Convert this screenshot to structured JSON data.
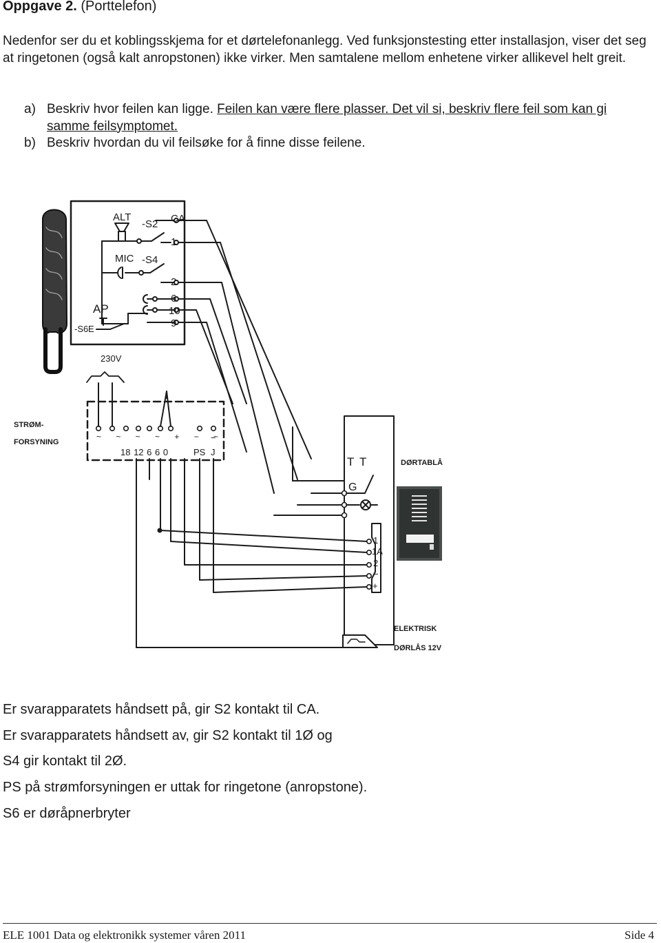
{
  "heading": {
    "bold": "Oppgave 2.",
    "rest": "(Porttelefon)"
  },
  "intro": "Nedenfor ser du et koblingsskjema for et dørtelefonanlegg. Ved funksjonstesting etter installasjon, viser det seg at ringetonen (også kalt anropstonen) ikke virker. Men samtalene mellom enhetene virker allikevel helt greit.",
  "tasks": [
    {
      "label": "a)",
      "plain": "Beskriv hvor feilen kan ligge. ",
      "underlined": "Feilen kan være flere plasser. Det vil si, beskriv flere feil som kan gi samme feilsymptomet."
    },
    {
      "label": "b)",
      "plain": "Beskriv hvordan du vil feilsøke for å finne disse feilene.",
      "underlined": ""
    }
  ],
  "diagram": {
    "handset_labels": {
      "alt": "ALT",
      "s2": "-S2",
      "ca": "CA",
      "t1": "1",
      "mic": "MIC",
      "s4": "-S4",
      "t2": "2",
      "t6": "6",
      "t10": "10",
      "t9": "9",
      "ap": "AP",
      "s6": "-S6",
      "e": "E"
    },
    "voltage": "230V",
    "power_supply_label": [
      "STRØM-",
      "FORSYNING"
    ],
    "supply_terminals": {
      "tildes": "~ ~ ~ ~ + − ~",
      "numbers": "18 12 6 6 0",
      "ps": "PS",
      "j": "J",
      "minus": "−"
    },
    "door_panel_label": "DØRTABLÅ",
    "door_terminals": {
      "t": "T",
      "t2": "T",
      "g": "G",
      "n1": "1",
      "n1a": "1A",
      "n2": "2",
      "nminus": "−",
      "nplus": "+"
    },
    "lock_label": [
      "ELEKTRISK",
      "DØRLÅS 12V"
    ]
  },
  "lower_lines": [
    "Er svarapparatets håndsett på, gir S2 kontakt til CA.",
    "Er svarapparatets håndsett av, gir S2 kontakt til 1Ø og",
    "S4 gir kontakt til 2Ø.",
    "PS på strømforsyningen er uttak for ringetone (anropstone).",
    "S6 er døråpnerbryter"
  ],
  "footer": {
    "left": "ELE 1001 Data og elektronikk systemer våren 2011",
    "right": "Side 4"
  }
}
